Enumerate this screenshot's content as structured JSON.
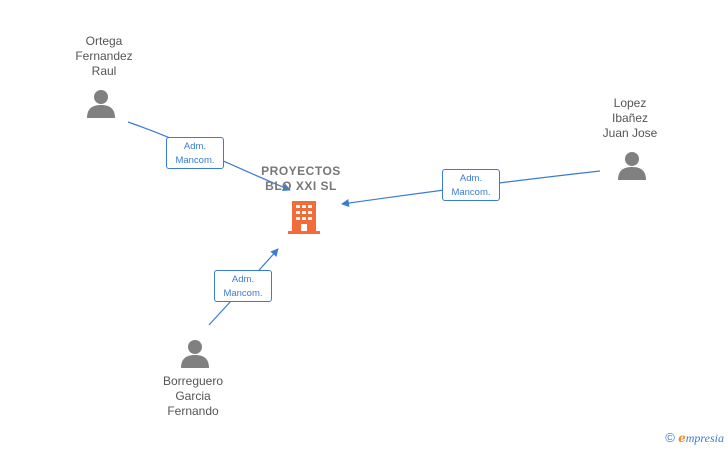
{
  "company": {
    "name_line1": "PROYECTOS",
    "name_line2": "BLO XXI  SL",
    "icon": "building-icon",
    "color": "#f26b38"
  },
  "persons": [
    {
      "id": "p1",
      "lines": [
        "Ortega",
        "Fernandez",
        "Raul"
      ],
      "icon": "person-icon"
    },
    {
      "id": "p2",
      "lines": [
        "Lopez",
        "Ibañez",
        "Juan Jose"
      ],
      "icon": "person-icon"
    },
    {
      "id": "p3",
      "lines": [
        "Borreguero",
        "Garcia",
        "Fernando"
      ],
      "icon": "person-icon"
    }
  ],
  "edges": [
    {
      "from": "p1",
      "label_line1": "Adm.",
      "label_line2": "Mancom."
    },
    {
      "from": "p2",
      "label_line1": "Adm.",
      "label_line2": "Mancom."
    },
    {
      "from": "p3",
      "label_line1": "Adm.",
      "label_line2": "Mancom."
    }
  ],
  "footer": {
    "copyright_symbol": "©",
    "brand_initial": "e",
    "brand_rest": "mpresia"
  },
  "colors": {
    "edge": "#3a7bd5",
    "person": "#808080",
    "company": "#f26b38"
  }
}
